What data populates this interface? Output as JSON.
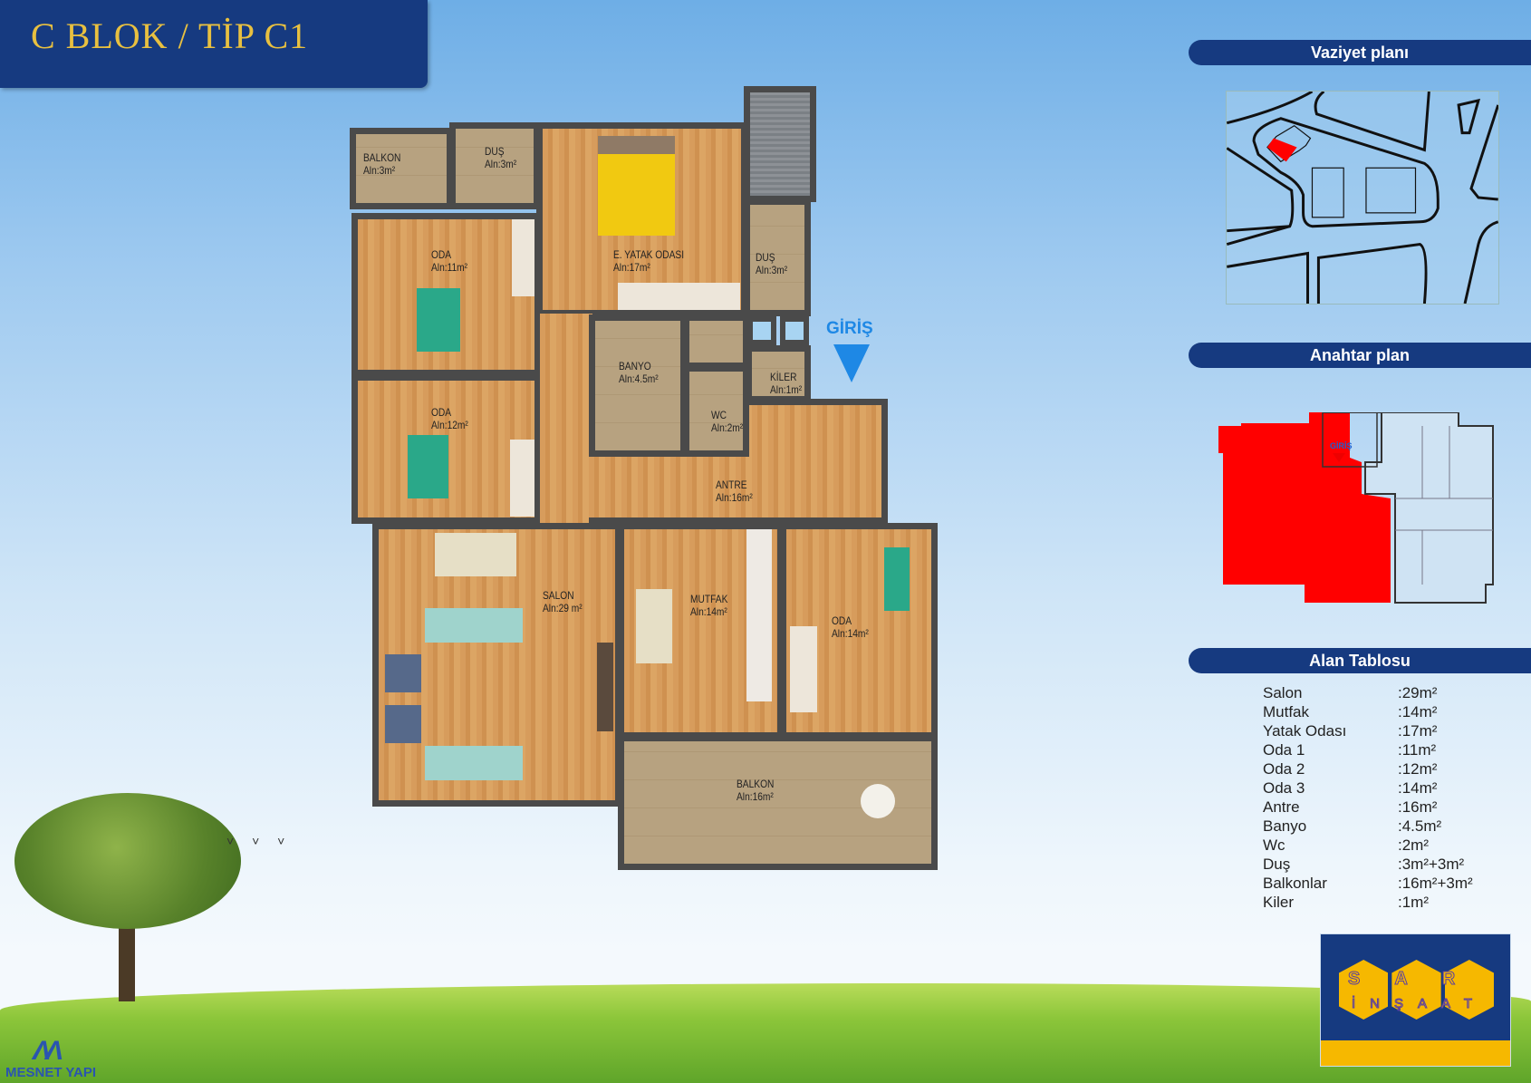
{
  "header": {
    "title": "C BLOK / TİP C1"
  },
  "site_plan": {
    "title": "Vaziyet  planı"
  },
  "key_plan": {
    "title": "Anahtar plan",
    "entrance_label": "GİRİŞ",
    "highlight_color": "#ff0000"
  },
  "area_table": {
    "title": "Alan Tablosu",
    "rows": [
      {
        "label": "Salon",
        "value": ":29m²"
      },
      {
        "label": "Mutfak",
        "value": ":14m²"
      },
      {
        "label": "Yatak Odası",
        "value": ":17m²"
      },
      {
        "label": "Oda 1",
        "value": ":11m²"
      },
      {
        "label": "Oda 2",
        "value": ":12m²"
      },
      {
        "label": "Oda 3",
        "value": ":14m²"
      },
      {
        "label": "Antre",
        "value": ":16m²"
      },
      {
        "label": "Banyo",
        "value": ":4.5m²"
      },
      {
        "label": "Wc",
        "value": ":2m²"
      },
      {
        "label": "Duş",
        "value": ":3m²+3m²"
      },
      {
        "label": "Balkonlar",
        "value": ":16m²+3m²"
      },
      {
        "label": "Kiler",
        "value": ":1m²"
      }
    ]
  },
  "floor_plan": {
    "entrance": "GİRİŞ",
    "entrance_color": "#1e88e5",
    "rooms": {
      "balkon_small": {
        "name": "BALKON",
        "area": "Aln:3m²"
      },
      "dus_top": {
        "name": "DUŞ",
        "area": "Aln:3m²"
      },
      "master": {
        "name": "E. YATAK ODASI",
        "area": "Aln:17m²"
      },
      "dus_right": {
        "name": "DUŞ",
        "area": "Aln:3m²"
      },
      "oda1": {
        "name": "ODA",
        "area": "Aln:11m²"
      },
      "oda2": {
        "name": "ODA",
        "area": "Aln:12m²"
      },
      "banyo": {
        "name": "BANYO",
        "area": "Aln:4.5m²"
      },
      "wc": {
        "name": "WC",
        "area": "Aln:2m²"
      },
      "kiler": {
        "name": "KİLER",
        "area": "Aln:1m²"
      },
      "antre": {
        "name": "ANTRE",
        "area": "Aln:16m²"
      },
      "salon": {
        "name": "SALON",
        "area": "Aln:29 m²"
      },
      "mutfak": {
        "name": "MUTFAK",
        "area": "Aln:14m²"
      },
      "oda3": {
        "name": "ODA",
        "area": "Aln:14m²"
      },
      "balkon_big": {
        "name": "BALKON",
        "area": "Aln:16m²"
      }
    }
  },
  "logos": {
    "left": "MESNET YAPI",
    "right_top": "SAR",
    "right_bottom": "İNŞAAT"
  },
  "colors": {
    "brand_blue": "#163a80",
    "gold": "#e8c040",
    "logo_yellow": "#f6b800"
  }
}
